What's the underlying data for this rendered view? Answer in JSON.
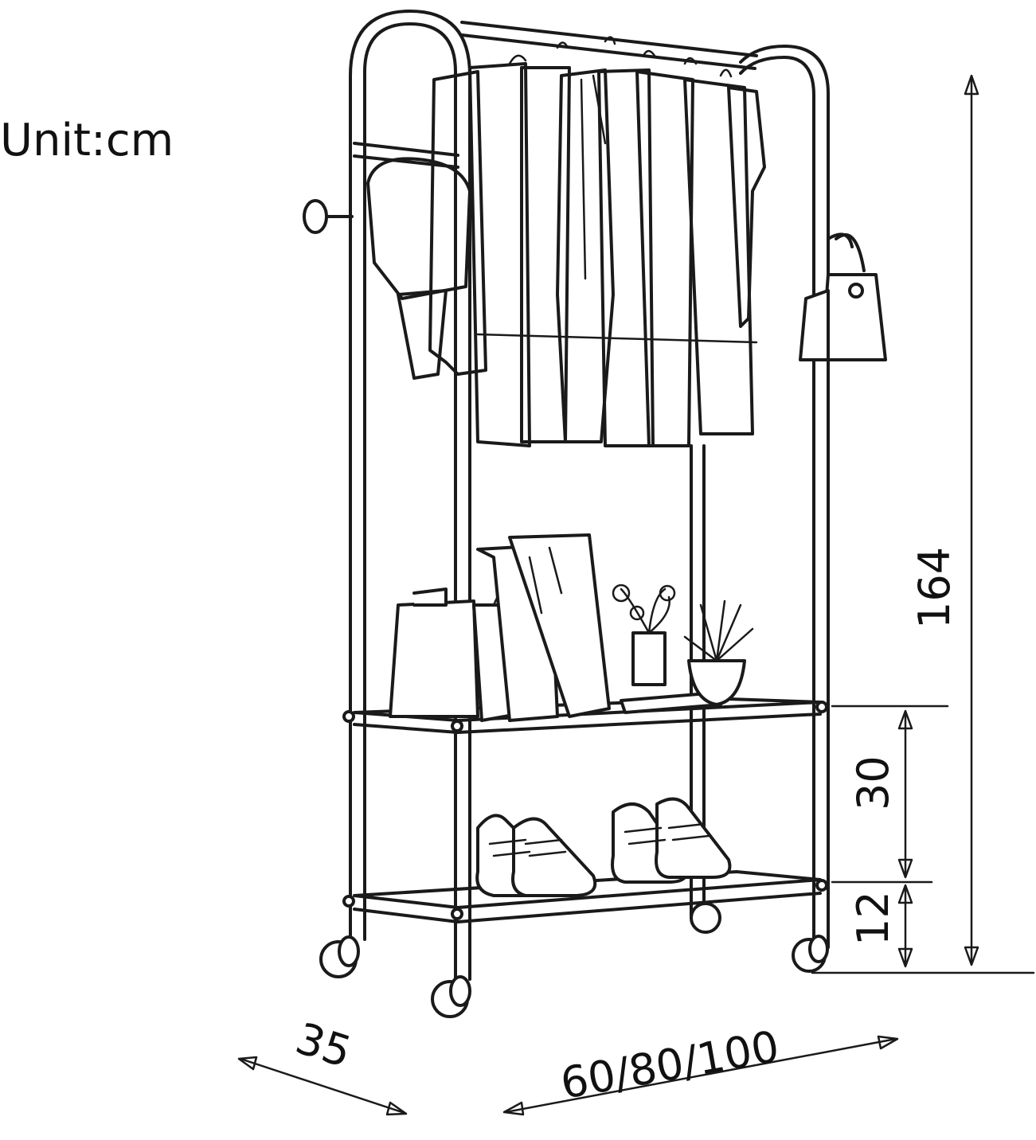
{
  "unit_label": "Unit:cm",
  "dimensions": {
    "total_height": "164",
    "shelf_gap": "30",
    "bottom_clearance": "12",
    "depth": "35",
    "width_options": "60/80/100"
  },
  "colors": {
    "line": "#1a1a1a",
    "background": "#ffffff"
  }
}
